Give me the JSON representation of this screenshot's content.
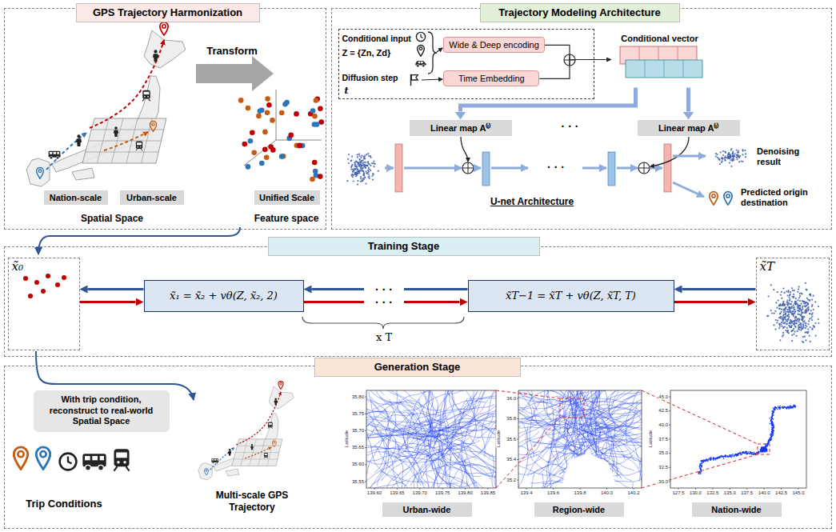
{
  "diagram": {
    "nodes": [
      {
        "text": [
          "GPS Trajectory Harmonization"
        ]
      },
      {
        "text": [
          "Nation-scale"
        ],
        "in": 0
      },
      {
        "text": [
          "Urban-scale"
        ],
        "in": 0
      },
      {
        "text": [
          "Unified Scale"
        ],
        "in": 0
      },
      {
        "text": [
          "Trajectory Modeling Architecture"
        ]
      },
      {
        "text": [
          "Conditional input",
          "Z = {Zn, Zd}",
          "Diffusion step",
          "t"
        ],
        "in": 4
      },
      {
        "text": [
          "Wide & Deep encoding"
        ],
        "in": 5
      },
      {
        "text": [
          "Time Embedding"
        ],
        "in": 5
      },
      {
        "text": [
          "Conditional vector"
        ],
        "in": 4
      },
      {
        "text": [
          "Linear map A⁽ˡ⁾"
        ],
        "in": 4
      },
      {
        "text": [
          "Linear map A⁽ˡ⁾"
        ],
        "in": 4
      },
      {
        "text": [
          "Training Stage"
        ]
      },
      {
        "text": [
          "x̃₀"
        ],
        "in": 11
      },
      {
        "text": [
          "x̃₁ = x̃₂ + vθ(Z, x̃₂, 2)"
        ],
        "in": 11
      },
      {
        "text": [
          "x̃T−1 = x̃T + vθ(Z, x̃T, T)"
        ],
        "in": 11
      },
      {
        "text": [
          "x̃T"
        ],
        "in": 11
      },
      {
        "text": [
          "Generation Stage"
        ]
      },
      {
        "text": [
          "With trip condition, reconstruct to real-world Spatial Space"
        ],
        "in": 16
      },
      {
        "text": [
          "Urban-wide"
        ],
        "in": 16
      },
      {
        "text": [
          "Region-wide"
        ],
        "in": 16
      },
      {
        "text": [
          "Nation-wide"
        ],
        "in": 16
      }
    ],
    "edges": [
      {
        "from": 6,
        "to": 8,
        "arrow": "to"
      },
      {
        "from": 7,
        "to": 8,
        "arrow": "to"
      },
      {
        "from": 8,
        "to": 9,
        "arrow": "to"
      },
      {
        "from": 8,
        "to": 10,
        "arrow": "to"
      },
      {
        "from": 13,
        "to": 12,
        "arrow": "to"
      },
      {
        "from": 12,
        "to": 13,
        "arrow": "to"
      },
      {
        "from": 14,
        "to": 13,
        "arrow": "to"
      },
      {
        "from": 13,
        "to": 14,
        "arrow": "to"
      },
      {
        "from": 15,
        "to": 14,
        "arrow": "to"
      },
      {
        "from": 14,
        "to": 15,
        "arrow": "to"
      }
    ],
    "labels": [
      "Transform",
      "Spatial Space",
      "Feature space",
      "· · ·",
      "· · ·",
      "U-net Architecture",
      "Denoising result",
      "Predicted origin destination",
      "· · ·",
      "· · ·",
      "x T",
      "Trip Conditions",
      "Multi-scale GPS Trajectory",
      "35.80",
      "35.75",
      "35.70",
      "35.65",
      "35.60",
      "35.55",
      "139.60",
      "139.65",
      "139.70",
      "139.75",
      "139.80",
      "139.85",
      "Latitude",
      "36.0",
      "35.8",
      "35.6",
      "35.4",
      "35.2",
      "139.4",
      "139.6",
      "139.8",
      "140.0",
      "140.2",
      "Latitude",
      "45.0",
      "42.5",
      "40.0",
      "37.5",
      "35.0",
      "32.5",
      "30.0",
      "127.5",
      "130.0",
      "132.5",
      "135.0",
      "137.5",
      "140.0",
      "142.5",
      "145.0",
      "Latitude"
    ]
  }
}
